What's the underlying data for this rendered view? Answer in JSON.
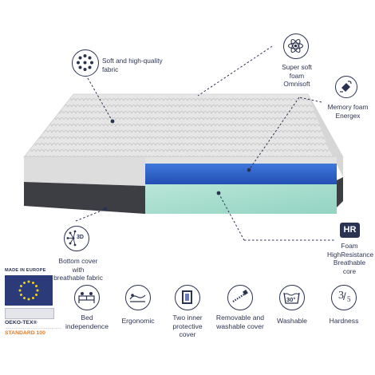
{
  "callouts": {
    "fabric": {
      "line1": "Soft and high-quality",
      "line2": "fabric"
    },
    "softfoam": {
      "line1": "Super soft foam",
      "line2": "Omnisoft"
    },
    "memory": {
      "line1": "Memory foam",
      "line2": "Energex"
    },
    "hr": {
      "badge": "HR",
      "line1": "Foam",
      "line2": "HighResistance",
      "line3": "Breathable core"
    },
    "bottom": {
      "badge": "3D",
      "line1": "Bottom cover with",
      "line2": "breathable fabric"
    }
  },
  "certifications": {
    "eu_label": "MADE IN EUROPE",
    "oeko_line1": "OEKO-TEX®",
    "oeko_line2": "STANDARD 100"
  },
  "features": [
    {
      "icon": "bed-icon",
      "line1": "Bed",
      "line2": "independence",
      "line3": ""
    },
    {
      "icon": "ergonomic-icon",
      "line1": "Ergonomic",
      "line2": "",
      "line3": ""
    },
    {
      "icon": "cover-icon",
      "line1": "Two inner",
      "line2": "protective",
      "line3": "cover"
    },
    {
      "icon": "zipper-icon",
      "line1": "Removable and",
      "line2": "washable cover",
      "line3": ""
    },
    {
      "icon": "washable-icon",
      "line1": "Washable",
      "line2": "",
      "line3": "",
      "badge": "30°"
    },
    {
      "icon": "hardness-icon",
      "line1": "Hardness",
      "line2": "",
      "line3": "",
      "num": "3",
      "den": "5"
    }
  ],
  "colors": {
    "navy": "#2b3352",
    "foam_blue": "#2e63c9",
    "foam_green": "#a6ddce",
    "mattress_top": "#e7e7e7",
    "mattress_base": "#3b3d42"
  }
}
